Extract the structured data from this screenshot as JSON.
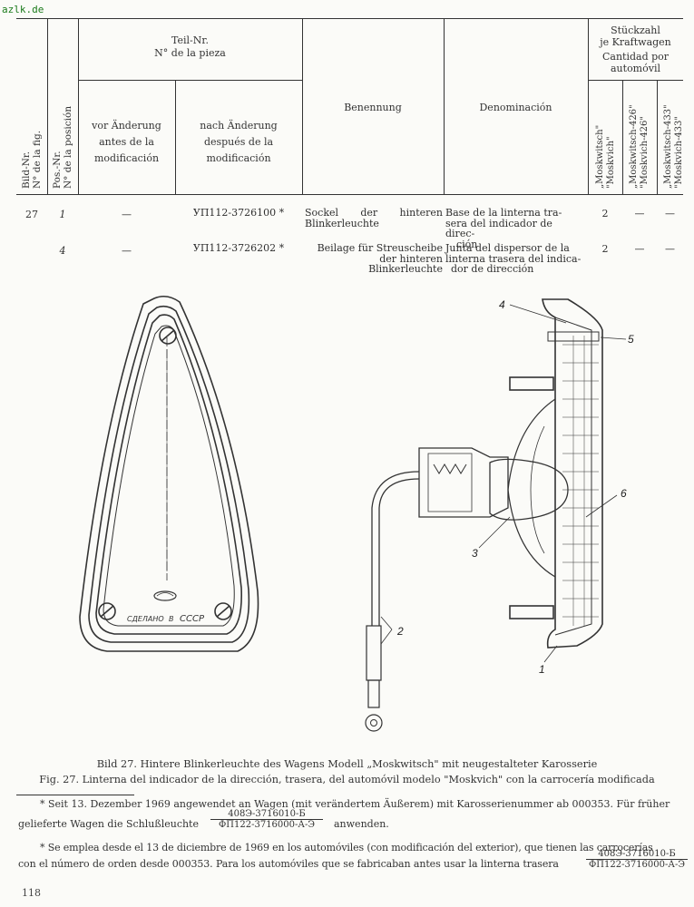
{
  "watermark": "azlk.de",
  "table": {
    "header": {
      "fig_no": [
        "Bild-Nr.",
        "N° de la fig."
      ],
      "pos_no": [
        "Pos.-Nr.",
        "N° de la posición"
      ],
      "part_no": [
        "Teil-Nr.",
        "N° de la pieza"
      ],
      "before": [
        "vor Änderung",
        "antes de la",
        "modificación"
      ],
      "after": [
        "nach Änderung",
        "después de la",
        "modificación"
      ],
      "name_de": "Benennung",
      "name_es": "Denominación",
      "qty": [
        "Stückzahl",
        "je Kraftwagen",
        "Cantidad por",
        "automóvil"
      ],
      "models": [
        [
          "„Moskwitsch\"",
          "\"Moskvich\""
        ],
        [
          "„Moskwitsch-426\"",
          "\"Moskvich-426\""
        ],
        [
          "„Moskwitsch-433\"",
          "\"Moskvich-433\""
        ]
      ]
    },
    "rows": [
      {
        "fig": "27",
        "pos": "1",
        "before": "—",
        "after": "УП112-3726100 *",
        "name_de": [
          "Sockel der hinteren",
          "Blinkerleuchte"
        ],
        "name_es": [
          "Base de la linterna tra-",
          "sera del indicador de direc-",
          "ción"
        ],
        "qty": [
          "2",
          "—",
          "—"
        ]
      },
      {
        "fig": "",
        "pos": "4",
        "before": "—",
        "after": "УП112-3726202 *",
        "name_de": [
          "Beilage für Streuscheibe",
          "der hinteren Blinkerleuchte"
        ],
        "name_es": [
          "Junta del dispersor de la",
          "linterna trasera del indica-",
          "dor de dirección"
        ],
        "qty": [
          "2",
          "—",
          "—"
        ]
      }
    ]
  },
  "figure": {
    "plate_text": [
      "СДЕЛАНО",
      "В",
      "СССР"
    ],
    "callouts": [
      "4",
      "5",
      "6",
      "3",
      "2",
      "1"
    ]
  },
  "caption": {
    "de": "Bild 27. Hintere Blinkerleuchte des Wagens Modell „Moskwitsch\" mit neugestalteter Karosserie",
    "es": "Fig. 27. Linterna del indicador de la dirección, trasera, del automóvil modelo \"Moskvich\" con la carrocería modificada"
  },
  "footnotes": {
    "de_line1": "* Seit 13. Dezember 1969 angewendet an Wagen (mit verändertem Äußerem) mit Karosserienummer ab 000353. Für früher",
    "de_line2_a": "gelieferte Wagen die Schlußleuchte",
    "de_line2_b": "anwenden.",
    "de_frac_num": "408Э-3716010-Б",
    "de_frac_den": "ФП122-3716000-А-Э",
    "es_line1": "* Se emplea desde el 13 de diciembre de 1969 en los automóviles (con modificación del exterior), que tienen las carrocerías",
    "es_line2": "con el número de orden desde 000353. Para los automóviles que se fabricaban antes usar la linterna trasera",
    "es_frac_num": "408Э-3716010-Б",
    "es_frac_den": "ФП122-3716000-А-Э"
  },
  "page_number": "118"
}
